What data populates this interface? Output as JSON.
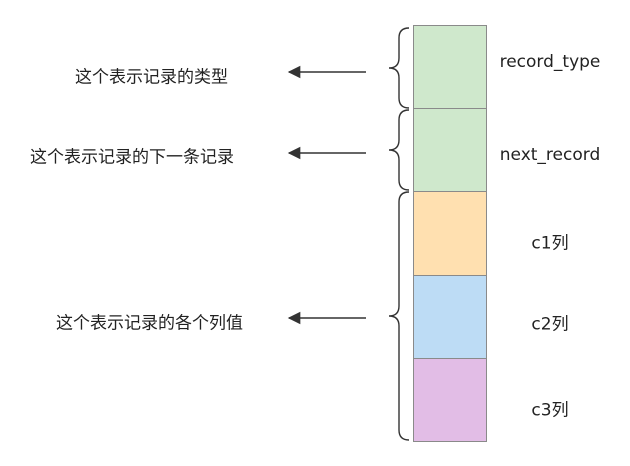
{
  "descriptions": [
    {
      "text": "这个表示记录的类型"
    },
    {
      "text": "这个表示记录的下一条记录"
    },
    {
      "text": "这个表示记录的各个列值"
    }
  ],
  "fields": [
    {
      "label": "record_type",
      "color": "#cfe8cc"
    },
    {
      "label": "next_record",
      "color": "#cfe8cc"
    },
    {
      "label": "c1列",
      "color": "#ffe0b0"
    },
    {
      "label": "c2列",
      "color": "#bddcf5"
    },
    {
      "label": "c3列",
      "color": "#e2bde6"
    }
  ]
}
